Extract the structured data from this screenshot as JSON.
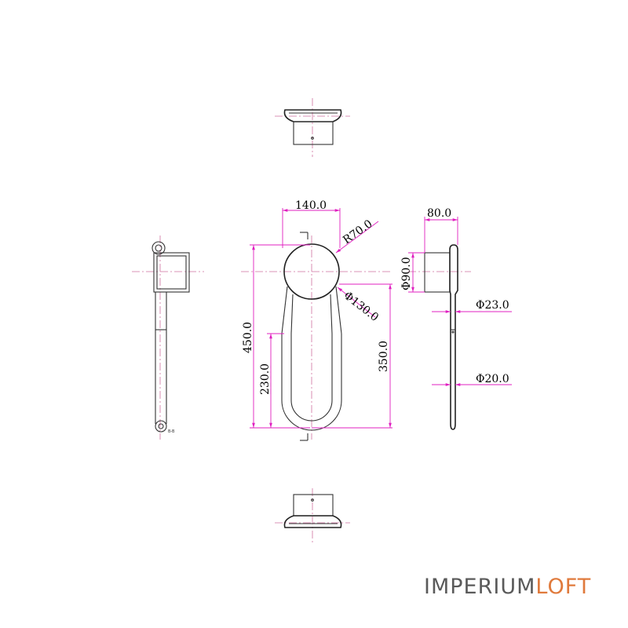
{
  "dimensions": {
    "width_top": "140.0",
    "radius": "R70.0",
    "disc_diameter": "Φ130.0",
    "total_height": "450.0",
    "lower_height": "230.0",
    "tube_height": "350.0",
    "depth": "80.0",
    "base_diameter": "Φ90.0",
    "rod_upper_diameter": "Φ23.0",
    "rod_lower_diameter": "Φ20.0"
  },
  "section_label": "B-B",
  "brand": {
    "part1": "IMPERIUM",
    "part2": "LOFT",
    "color_part1": "#5a5a5a",
    "color_part2": "#e07a3c"
  },
  "colors": {
    "dimension": "#e020c0",
    "centerline": "#d070a0",
    "outline": "#333333"
  }
}
